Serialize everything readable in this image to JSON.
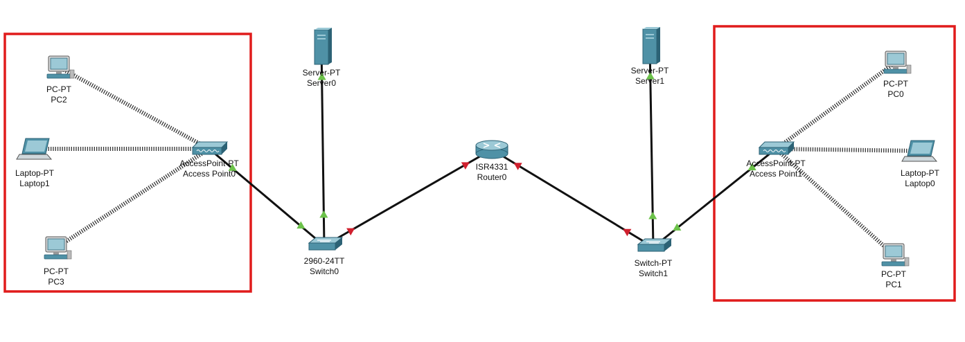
{
  "colors": {
    "wire": "#111111",
    "wireless": "#333333",
    "link_up": "#6cc24a",
    "link_down": "#d0202e",
    "highlight_box": "#e01b1b",
    "device_body": "#4f91a6",
    "device_dark": "#2c6275",
    "device_light": "#9cc9d6"
  },
  "devices": [
    {
      "id": "pc2",
      "model": "PC-PT",
      "name": "PC2",
      "icon": "pc-icon"
    },
    {
      "id": "laptop1",
      "model": "Laptop-PT",
      "name": "Laptop1",
      "icon": "laptop-icon"
    },
    {
      "id": "pc3",
      "model": "PC-PT",
      "name": "PC3",
      "icon": "pc-icon"
    },
    {
      "id": "ap0",
      "model": "AccessPoint-PT",
      "name": "Access Point0",
      "icon": "access-point-icon"
    },
    {
      "id": "server0",
      "model": "Server-PT",
      "name": "Server0",
      "icon": "server-icon"
    },
    {
      "id": "switch0",
      "model": "2960-24TT",
      "name": "Switch0",
      "icon": "switch-icon"
    },
    {
      "id": "router0",
      "model": "ISR4331",
      "name": "Router0",
      "icon": "router-icon"
    },
    {
      "id": "server1",
      "model": "Server-PT",
      "name": "Server1",
      "icon": "server-icon"
    },
    {
      "id": "switch1",
      "model": "Switch-PT",
      "name": "Switch1",
      "icon": "switch-icon"
    },
    {
      "id": "ap1",
      "model": "AccessPoint-PT",
      "name": "Access Point1",
      "icon": "access-point-icon"
    },
    {
      "id": "pc0",
      "model": "PC-PT",
      "name": "PC0",
      "icon": "pc-icon"
    },
    {
      "id": "laptop0",
      "model": "Laptop-PT",
      "name": "Laptop0",
      "icon": "laptop-icon"
    },
    {
      "id": "pc1",
      "model": "PC-PT",
      "name": "PC1",
      "icon": "pc-icon"
    }
  ],
  "wired_links": [
    {
      "from": "ap0",
      "to": "switch0",
      "from_status": "up",
      "to_status": "up"
    },
    {
      "from": "server0",
      "to": "switch0",
      "from_status": "up",
      "to_status": "up"
    },
    {
      "from": "switch0",
      "to": "router0",
      "from_status": "down",
      "to_status": "down"
    },
    {
      "from": "router0",
      "to": "switch1",
      "from_status": "down",
      "to_status": "down"
    },
    {
      "from": "server1",
      "to": "switch1",
      "from_status": "up",
      "to_status": "up"
    },
    {
      "from": "switch1",
      "to": "ap1",
      "from_status": "up",
      "to_status": "up"
    }
  ],
  "wireless_links": [
    {
      "from": "ap0",
      "to": "pc2"
    },
    {
      "from": "ap0",
      "to": "laptop1"
    },
    {
      "from": "ap0",
      "to": "pc3"
    },
    {
      "from": "ap1",
      "to": "pc0"
    },
    {
      "from": "ap1",
      "to": "laptop0"
    },
    {
      "from": "ap1",
      "to": "pc1"
    }
  ],
  "highlight_groups": [
    {
      "id": "left-wlan",
      "members": [
        "pc2",
        "laptop1",
        "pc3",
        "ap0"
      ]
    },
    {
      "id": "right-wlan",
      "members": [
        "ap1",
        "pc0",
        "laptop0",
        "pc1"
      ]
    }
  ]
}
